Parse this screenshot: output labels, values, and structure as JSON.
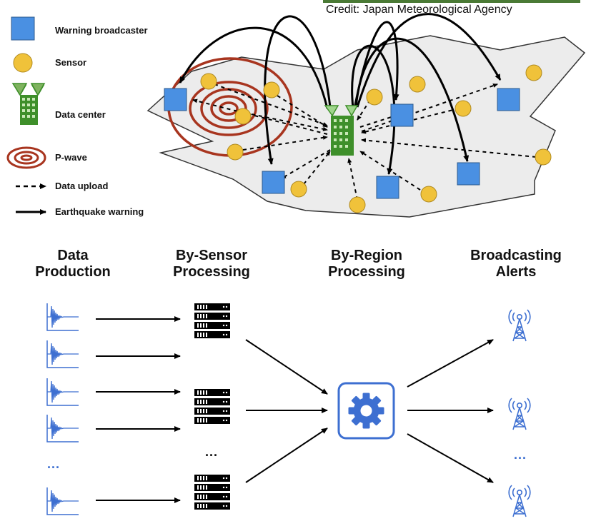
{
  "credit": "Credit: Japan Meteorological Agency",
  "legend": {
    "broadcaster": "Warning broadcaster",
    "sensor": "Sensor",
    "datacenter": "Data center",
    "pwave": "P-wave",
    "upload": "Data upload",
    "warning": "Earthquake warning"
  },
  "pipeline": {
    "stage1": {
      "line1": "Data",
      "line2": "Production"
    },
    "stage2": {
      "line1": "By-Sensor",
      "line2": "Processing"
    },
    "stage3": {
      "line1": "By-Region",
      "line2": "Processing"
    },
    "stage4": {
      "line1": "Broadcasting",
      "line2": "Alerts"
    },
    "ellipsis": "..."
  },
  "colors": {
    "broadcaster": "#4a90e2",
    "sensor": "#f0c23a",
    "datacenter": "#3e8f2a",
    "pwave": "#a8351f",
    "region": "#ececec",
    "accent": "#3d6fd1",
    "server": "#000000"
  },
  "icons": [
    "waveform-icon",
    "server-rack-icon",
    "gear-icon",
    "radio-tower-icon"
  ]
}
